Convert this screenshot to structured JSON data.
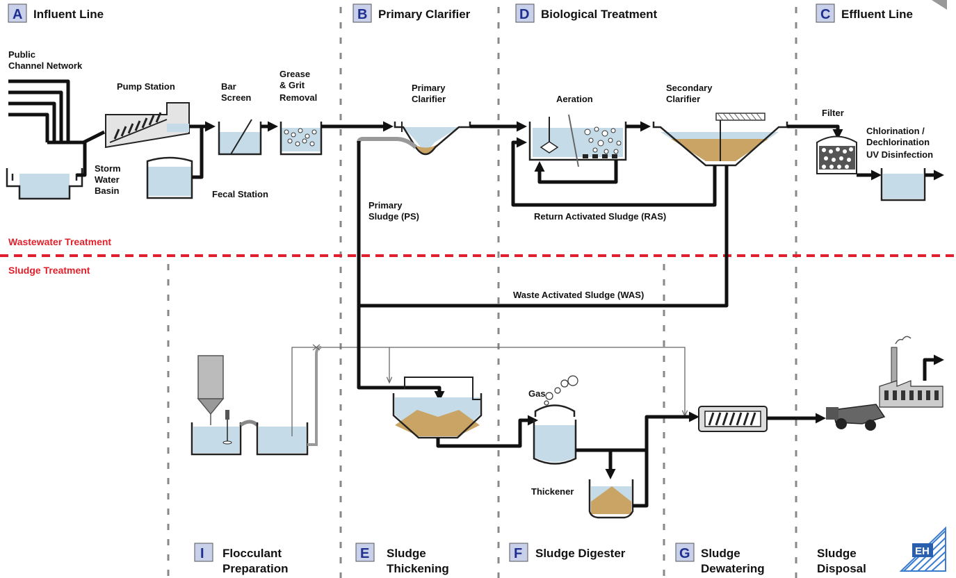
{
  "colors": {
    "water": "#c5dbe8",
    "sludge": "#c9a464",
    "pipe": "#111111",
    "divider_red": "#e0202a",
    "letter_box": "#c9d0ea",
    "letter_text": "#1f2f8f"
  },
  "sections": {
    "influent": {
      "letter": "A",
      "title": "Influent Line"
    },
    "primary": {
      "letter": "B",
      "title": "Primary Clarifier"
    },
    "biological": {
      "letter": "D",
      "title": "Biological Treatment"
    },
    "effluent": {
      "letter": "C",
      "title": "Effluent Line"
    },
    "flocculant": {
      "letter": "I",
      "title_line1": "Flocculant",
      "title_line2": "Preparation"
    },
    "thickening": {
      "letter": "E",
      "title_line1": "Sludge",
      "title_line2": "Thickening"
    },
    "digester": {
      "letter": "F",
      "title": "Sludge Digester"
    },
    "dewatering": {
      "letter": "G",
      "title_line1": "Sludge",
      "title_line2": "Dewatering"
    },
    "disposal": {
      "title_line1": "Sludge",
      "title_line2": "Disposal"
    }
  },
  "labels": {
    "public_network_1": "Public",
    "public_network_2": "Channel Network",
    "pump_station": "Pump Station",
    "bar_screen_1": "Bar",
    "bar_screen_2": "Screen",
    "grease_1": "Grease",
    "grease_2": "& Grit",
    "grease_3": "Removal",
    "storm_1": "Storm",
    "storm_2": "Water",
    "storm_3": "Basin",
    "fecal_station": "Fecal Station",
    "primary_clarifier_1": "Primary",
    "primary_clarifier_2": "Clarifier",
    "aeration": "Aeration",
    "secondary_clarifier_1": "Secondary",
    "secondary_clarifier_2": "Clarifier",
    "filter": "Filter",
    "chlorination_1": "Chlorination /",
    "chlorination_2": "Dechlorination",
    "chlorination_3": "UV Disinfection",
    "primary_sludge_1": "Primary",
    "primary_sludge_2": "Sludge (PS)",
    "ras": "Return Activated Sludge (RAS)",
    "was": "Waste Activated Sludge (WAS)",
    "gas": "Gas",
    "thickener": "Thickener"
  },
  "zones": {
    "wastewater": "Wastewater Treatment",
    "sludge": "Sludge Treatment"
  },
  "logo": {
    "text": "EH"
  }
}
